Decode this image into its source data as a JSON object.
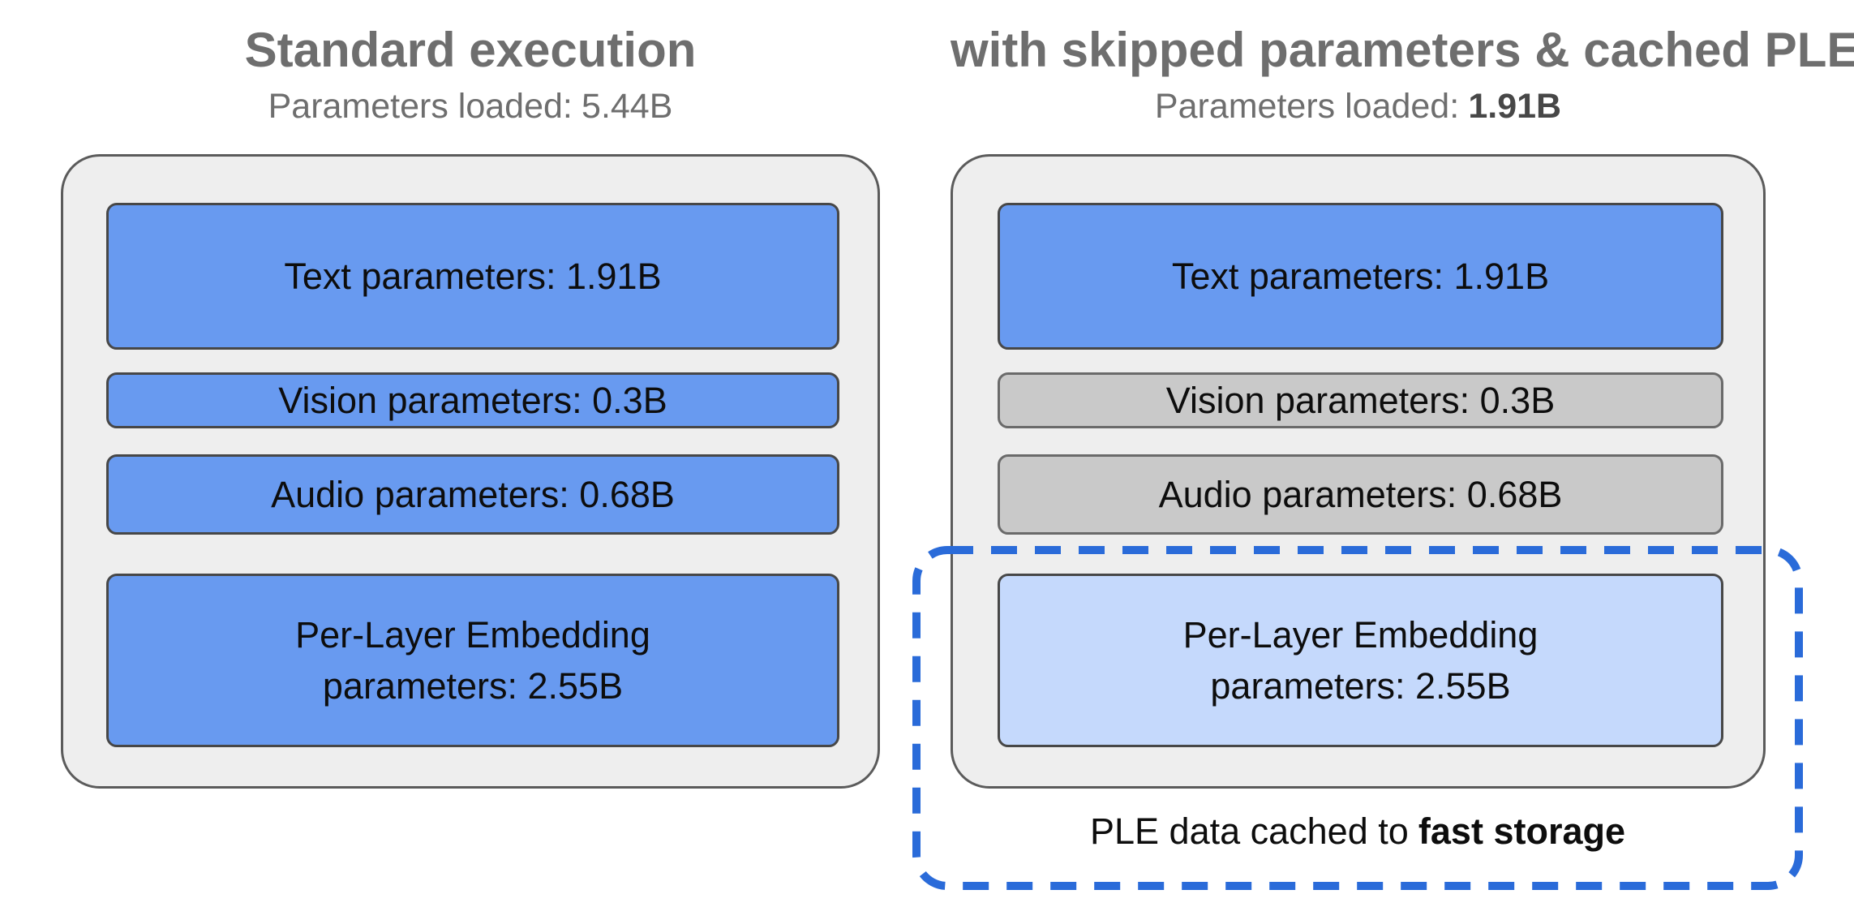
{
  "figure": {
    "left": {
      "title": "Standard execution",
      "subtitle": {
        "label": "Parameters loaded:",
        "value": "5.44B"
      },
      "boxes": [
        {
          "label": "Text parameters: 1.91B",
          "state": "loaded"
        },
        {
          "label": "Vision parameters: 0.3B",
          "state": "loaded"
        },
        {
          "label": "Audio parameters: 0.68B",
          "state": "loaded"
        },
        {
          "label": "Per-Layer Embedding parameters: 2.55B",
          "state": "loaded"
        }
      ]
    },
    "right": {
      "title": "with skipped parameters & cached PLE",
      "subtitle": {
        "label": "Parameters loaded:",
        "value": "1.91B"
      },
      "boxes": [
        {
          "label": "Text parameters: 1.91B",
          "state": "loaded"
        },
        {
          "label": "Vision parameters: 0.3B",
          "state": "skipped"
        },
        {
          "label": "Audio parameters: 0.68B",
          "state": "skipped"
        },
        {
          "label": "Per-Layer Embedding parameters: 2.55B",
          "state": "cached"
        }
      ],
      "caption": {
        "prefix": "PLE data cached to",
        "bold": "fast storage"
      }
    },
    "colors": {
      "loaded_box": "#689af0",
      "skipped_box": "#c9c9c9",
      "cached_box": "#c5d9fc",
      "panel_bg": "#eeeeee",
      "panel_border": "#5b5b5b",
      "box_border": "#474747",
      "dashed_outline": "#2a6bd9",
      "heading_text": "#6e6e6e",
      "box_text": "#0d0d0d"
    }
  }
}
